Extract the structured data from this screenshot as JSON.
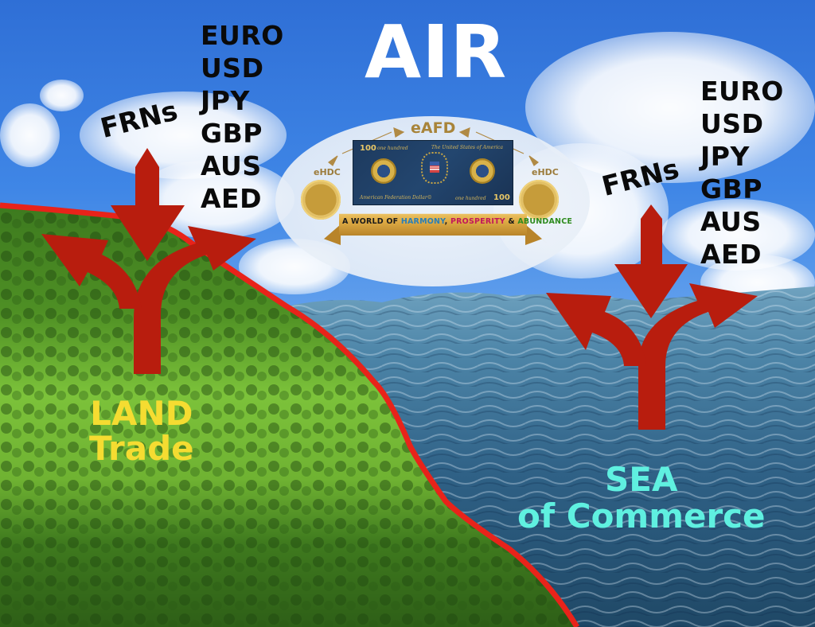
{
  "title": "AIR",
  "left_panel": {
    "label": "FRNs",
    "currencies": [
      "EURO",
      "USD",
      "JPY",
      "GBP",
      "AUS",
      "AED"
    ],
    "region_title": "LAND",
    "region_subtitle": "Trade"
  },
  "right_panel": {
    "label": "FRNs",
    "currencies": [
      "EURO",
      "USD",
      "JPY",
      "GBP",
      "AUS",
      "AED"
    ],
    "region_title": "SEA",
    "region_subtitle": "of Commerce"
  },
  "emblem": {
    "top_label": "eAFD",
    "left_coin_label": "eHDC",
    "right_coin_label": "eHDC",
    "banknote": {
      "denomination": "100",
      "top_text": "The United States of America",
      "bottom_text": "American Federation Dollar©",
      "small_text": "one hundred"
    },
    "ribbon": {
      "prefix": "A WORLD OF ",
      "word1": "HARMONY",
      "sep1": ", ",
      "word2": "PROSPERITY",
      "sep2": " & ",
      "word3": "ABUNDANCE"
    }
  },
  "colors": {
    "arrow_red": "#b81d0e",
    "boundary_red": "#e8231a",
    "land_text": "#f5dc31",
    "sea_text": "#5ff0e0",
    "harmony": "#2a7fb8",
    "prosperity": "#c2185b",
    "abundance": "#2e8b1e"
  }
}
